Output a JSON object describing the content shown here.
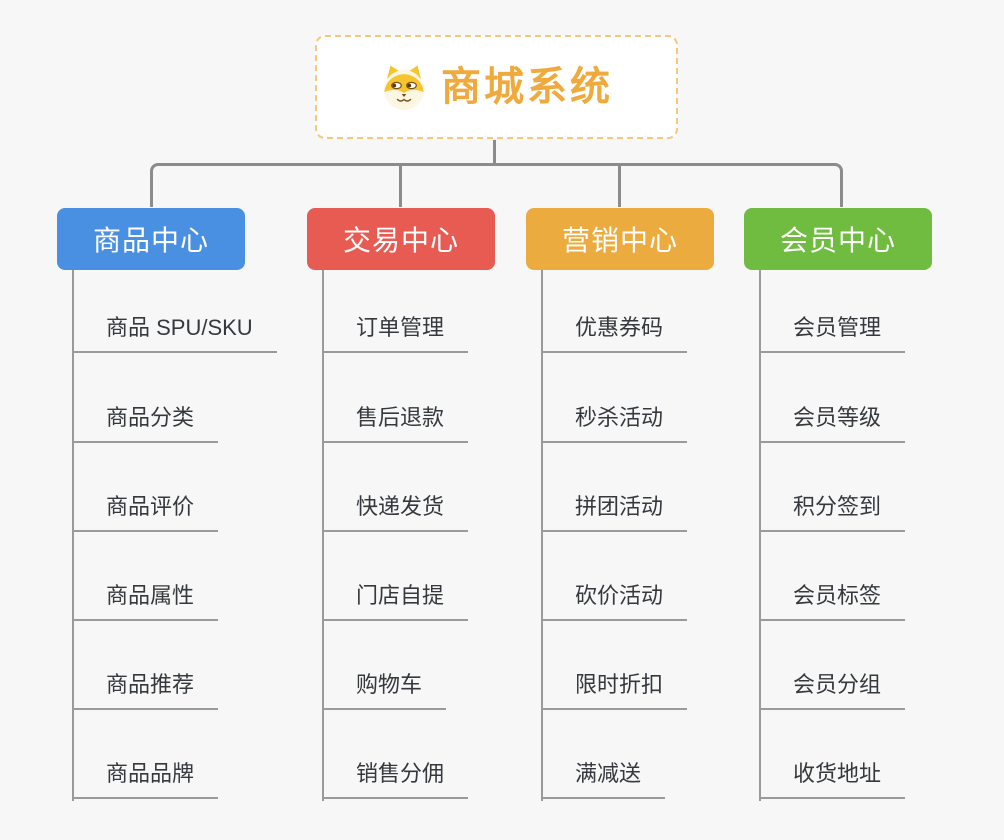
{
  "root": {
    "title": "商城系统",
    "icon": "dog-face-icon"
  },
  "branches": [
    {
      "label": "商品中心",
      "color": "#4a90e2",
      "items": [
        "商品 SPU/SKU",
        "商品分类",
        "商品评价",
        "商品属性",
        "商品推荐",
        "商品品牌"
      ]
    },
    {
      "label": "交易中心",
      "color": "#e85b53",
      "items": [
        "订单管理",
        "售后退款",
        "快递发货",
        "门店自提",
        "购物车",
        "销售分佣"
      ]
    },
    {
      "label": "营销中心",
      "color": "#ecab3e",
      "items": [
        "优惠券码",
        "秒杀活动",
        "拼团活动",
        "砍价活动",
        "限时折扣",
        "满减送"
      ]
    },
    {
      "label": "会员中心",
      "color": "#6fbc40",
      "items": [
        "会员管理",
        "会员等级",
        "积分签到",
        "会员标签",
        "会员分组",
        "收货地址"
      ]
    }
  ],
  "colors": {
    "background": "#f7f7f7",
    "connector": "#8c8c8c",
    "underline": "#9a9a9a",
    "item_text": "#35393e",
    "root_border": "#f6c87c",
    "root_text": "#f0a93c"
  }
}
